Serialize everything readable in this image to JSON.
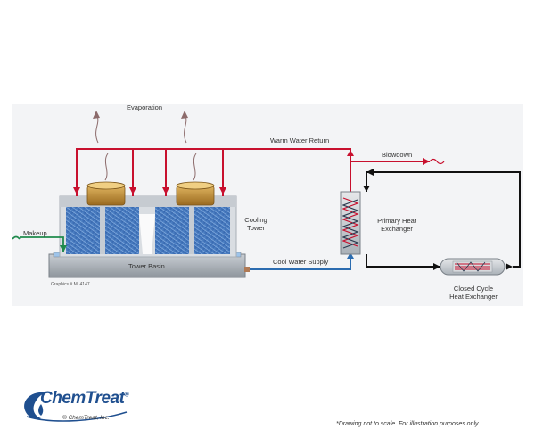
{
  "labels": {
    "evaporation": "Evaporation",
    "warm_water_return": "Warm Water Return",
    "blowdown": "Blowdown",
    "makeup": "Makeup",
    "cooling_tower_1": "Cooling",
    "cooling_tower_2": "Tower",
    "primary_hx_1": "Primary Heat",
    "primary_hx_2": "Exchanger",
    "tower_basin": "Tower Basin",
    "cool_water_supply": "Cool Water Supply",
    "closed_cycle_1": "Closed Cycle",
    "closed_cycle_2": "Heat Exchanger",
    "graphics_id": "Graphics # ML4147"
  },
  "brand": {
    "name": "ChemTreat",
    "trademark": "®",
    "copyright": "© ChemTreat, Inc."
  },
  "footnote": "*Drawing not to scale. For illustration purposes only.",
  "colors": {
    "warm_pipe": "#c8102e",
    "cool_pipe": "#2b6cb0",
    "closed_loop": "#111111",
    "makeup": "#1f8a4c",
    "brand_blue": "#1f4f8f"
  }
}
